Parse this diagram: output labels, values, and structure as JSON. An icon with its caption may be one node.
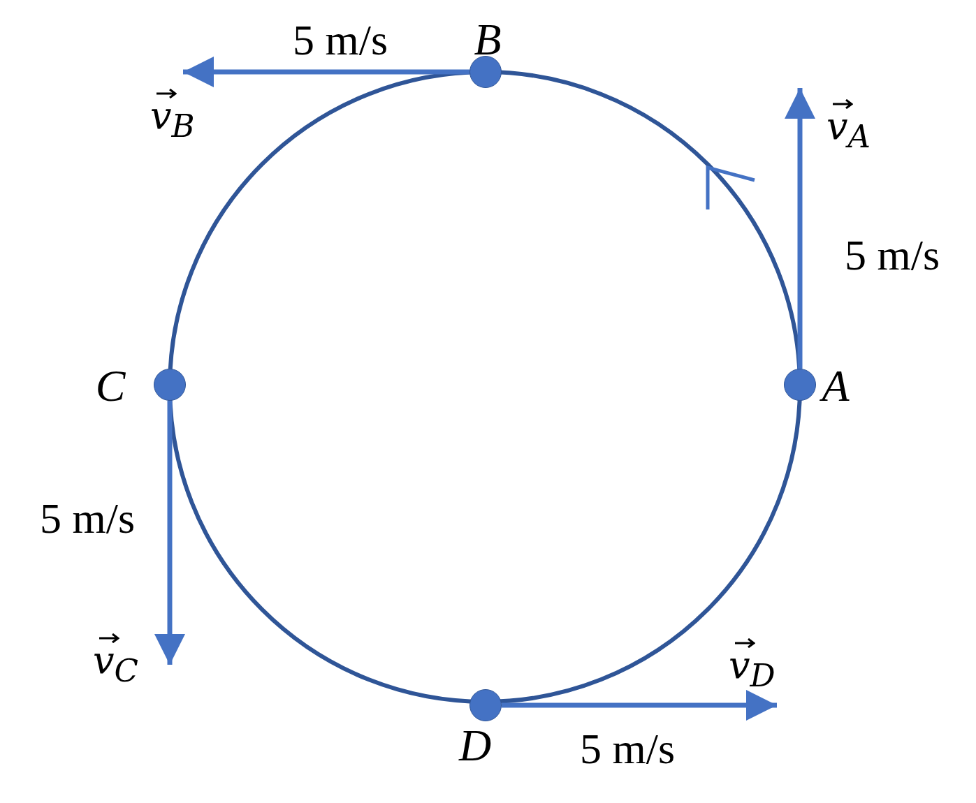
{
  "diagram": {
    "nodes": [
      {
        "text": [],
        "shape": "circle",
        "beside": [
          "B"
        ]
      },
      {
        "text": [],
        "shape": "circle",
        "beside": [
          "A"
        ]
      },
      {
        "text": [],
        "shape": "circle",
        "beside": [
          "C"
        ]
      },
      {
        "text": [],
        "shape": "circle",
        "beside": [
          "D"
        ]
      },
      {
        "text": [
          "v$_{B}$"
        ]
      },
      {
        "text": [
          "v$_{A}$"
        ]
      },
      {
        "text": [
          "v$_{C}$"
        ]
      },
      {
        "text": [
          "v$_{D}$"
        ]
      }
    ],
    "edges": [
      {
        "from": 0,
        "to": 4,
        "arrow": "to",
        "label": "5 m/s"
      },
      {
        "from": 1,
        "to": 5,
        "arrow": "to",
        "label": "5 m/s"
      },
      {
        "from": 2,
        "to": 6,
        "arrow": "to",
        "label": "5 m/s"
      },
      {
        "from": 3,
        "to": 7,
        "arrow": "to",
        "label": "5 m/s"
      }
    ]
  }
}
